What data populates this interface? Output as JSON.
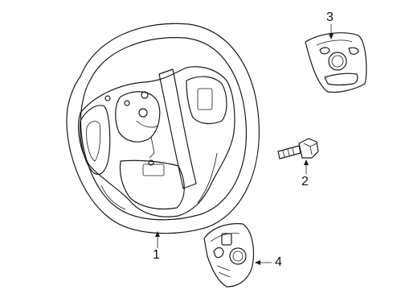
{
  "diagram": {
    "callouts": [
      {
        "id": "1",
        "label": "1"
      },
      {
        "id": "2",
        "label": "2"
      },
      {
        "id": "3",
        "label": "3"
      },
      {
        "id": "4",
        "label": "4"
      }
    ],
    "colors": {
      "line": "#1a1a1a",
      "background": "#ffffff"
    }
  }
}
